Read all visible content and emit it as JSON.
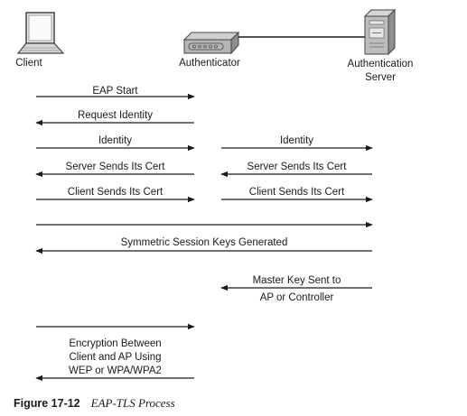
{
  "entities": {
    "client": "Client",
    "authenticator": "Authenticator",
    "server_line1": "Authentication",
    "server_line2": "Server"
  },
  "messages": [
    {
      "id": "eap-start",
      "from": "client",
      "to": "authenticator",
      "lines": [
        "EAP Start"
      ]
    },
    {
      "id": "request-identity",
      "from": "authenticator",
      "to": "client",
      "lines": [
        "Request Identity"
      ]
    },
    {
      "id": "identity-client",
      "from": "client",
      "to": "authenticator",
      "lines": [
        "Identity"
      ]
    },
    {
      "id": "identity-server",
      "from": "authenticator",
      "to": "server",
      "lines": [
        "Identity"
      ]
    },
    {
      "id": "server-cert-client",
      "from": "authenticator",
      "to": "client",
      "lines": [
        "Server Sends Its Cert"
      ]
    },
    {
      "id": "server-cert-server",
      "from": "server",
      "to": "authenticator",
      "lines": [
        "Server Sends Its Cert"
      ]
    },
    {
      "id": "client-cert-client",
      "from": "client",
      "to": "authenticator",
      "lines": [
        "Client Sends Its Cert"
      ]
    },
    {
      "id": "client-cert-server",
      "from": "authenticator",
      "to": "server",
      "lines": [
        "Client Sends Its Cert"
      ]
    },
    {
      "id": "full-right",
      "from": "client",
      "to": "server",
      "lines": []
    },
    {
      "id": "session-keys",
      "from": "server",
      "to": "client",
      "lines": [
        "Symmetric Session Keys Generated"
      ]
    },
    {
      "id": "master-key",
      "from": "server",
      "to": "authenticator",
      "lines": [
        "Master Key Sent to",
        "AP or Controller"
      ]
    },
    {
      "id": "encryption-right",
      "from": "client",
      "to": "authenticator",
      "lines": []
    },
    {
      "id": "encryption-left",
      "from": "authenticator",
      "to": "client",
      "lines": [
        "Encryption Between",
        "Client and AP Using",
        "WEP or WPA/WPA2"
      ]
    }
  ],
  "caption": {
    "number": "Figure 17-12",
    "title": "EAP-TLS Process"
  }
}
